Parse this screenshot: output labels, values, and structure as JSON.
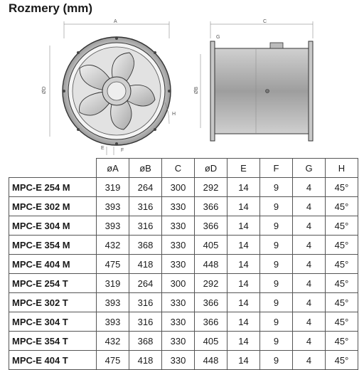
{
  "title": "Rozmery (mm)",
  "drawing": {
    "front_labels": {
      "a": "A",
      "d": "ØD",
      "e": "E",
      "f": "F",
      "h": "H"
    },
    "side_labels": {
      "b": "ØB",
      "c": "C",
      "g": "G"
    }
  },
  "table": {
    "headers": [
      "",
      "øA",
      "øB",
      "C",
      "øD",
      "E",
      "F",
      "G",
      "H"
    ],
    "rows": [
      [
        "MPC-E 254 M",
        "319",
        "264",
        "300",
        "292",
        "14",
        "9",
        "4",
        "45°"
      ],
      [
        "MPC-E 302 M",
        "393",
        "316",
        "330",
        "366",
        "14",
        "9",
        "4",
        "45°"
      ],
      [
        "MPC-E 304 M",
        "393",
        "316",
        "330",
        "366",
        "14",
        "9",
        "4",
        "45°"
      ],
      [
        "MPC-E 354 M",
        "432",
        "368",
        "330",
        "405",
        "14",
        "9",
        "4",
        "45°"
      ],
      [
        "MPC-E 404 M",
        "475",
        "418",
        "330",
        "448",
        "14",
        "9",
        "4",
        "45°"
      ],
      [
        "MPC-E 254 T",
        "319",
        "264",
        "300",
        "292",
        "14",
        "9",
        "4",
        "45°"
      ],
      [
        "MPC-E 302 T",
        "393",
        "316",
        "330",
        "366",
        "14",
        "9",
        "4",
        "45°"
      ],
      [
        "MPC-E 304 T",
        "393",
        "316",
        "330",
        "366",
        "14",
        "9",
        "4",
        "45°"
      ],
      [
        "MPC-E 354 T",
        "432",
        "368",
        "330",
        "405",
        "14",
        "9",
        "4",
        "45°"
      ],
      [
        "MPC-E 404 T",
        "475",
        "418",
        "330",
        "448",
        "14",
        "9",
        "4",
        "45°"
      ]
    ]
  }
}
